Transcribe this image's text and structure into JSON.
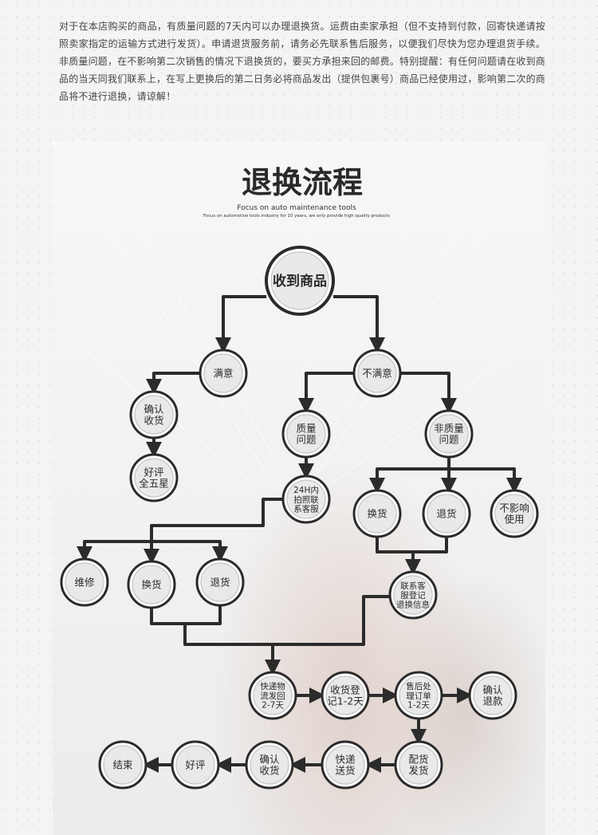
{
  "intro_text": "对于在本店购买的商品，有质量问题的7天内可以办理退换货。运费由卖家承担（但不支持到付款，回寄快递请按照卖家指定的运输方式进行发货）。申请退货服务前，请务必先联系售后服务，以便我们尽快为您办理退货手续。非质量问题，在不影响第二次销售的情况下退换货的，要买方承担来回的邮费。特别提醒：有任何问题请在收到商品的当天同我们联系上，在写上更换后的第二日务必将商品发出（提供包裹号）商品已经使用过，影响第二次的商品将不进行退换，请谅解！",
  "title": "退换流程",
  "subtitle": "Focus on auto maintenance tools",
  "tagline": "Focus on automotive tools industry for 10 years, we only provide high quality products",
  "colors": {
    "line": "#2b2b2b",
    "node_fill": "#e9e9e9",
    "node_stroke": "#2b2b2b"
  },
  "nodes": [
    {
      "id": "received",
      "label": [
        "收到商品"
      ]
    },
    {
      "id": "satisfied",
      "label": [
        "满意"
      ]
    },
    {
      "id": "unsatisfied",
      "label": [
        "不满意"
      ]
    },
    {
      "id": "confirm_receipt",
      "label": [
        "确认",
        "收货"
      ]
    },
    {
      "id": "good_review_5",
      "label": [
        "好评",
        "全五星"
      ]
    },
    {
      "id": "quality_issue",
      "label": [
        "质量",
        "问题"
      ]
    },
    {
      "id": "non_quality_issue",
      "label": [
        "非质量",
        "问题"
      ]
    },
    {
      "id": "photo_contact",
      "label": [
        "24H内",
        "拍照联",
        "系客服"
      ]
    },
    {
      "id": "exchange_b",
      "label": [
        "换货"
      ]
    },
    {
      "id": "return_b",
      "label": [
        "退货"
      ]
    },
    {
      "id": "no_effect",
      "label": [
        "不影响",
        "使用"
      ]
    },
    {
      "id": "repair",
      "label": [
        "维修"
      ]
    },
    {
      "id": "exchange_a",
      "label": [
        "换货"
      ]
    },
    {
      "id": "return_a",
      "label": [
        "退货"
      ]
    },
    {
      "id": "register_return",
      "label": [
        "联系客",
        "服登记",
        "退换信息"
      ]
    },
    {
      "id": "ship_back",
      "label": [
        "快递物",
        "流发回",
        "2-7天"
      ]
    },
    {
      "id": "receive_register",
      "label": [
        "收货登",
        "记1-2天"
      ]
    },
    {
      "id": "process_order",
      "label": [
        "售后处",
        "理订单",
        "1-2天"
      ]
    },
    {
      "id": "confirm_refund",
      "label": [
        "确认",
        "退款"
      ]
    },
    {
      "id": "dispatch",
      "label": [
        "配货",
        "发货"
      ]
    },
    {
      "id": "express_delivery",
      "label": [
        "快递",
        "送货"
      ]
    },
    {
      "id": "confirm_receipt_2",
      "label": [
        "确认",
        "收货"
      ]
    },
    {
      "id": "good_review",
      "label": [
        "好评"
      ]
    },
    {
      "id": "end",
      "label": [
        "结束"
      ]
    }
  ]
}
